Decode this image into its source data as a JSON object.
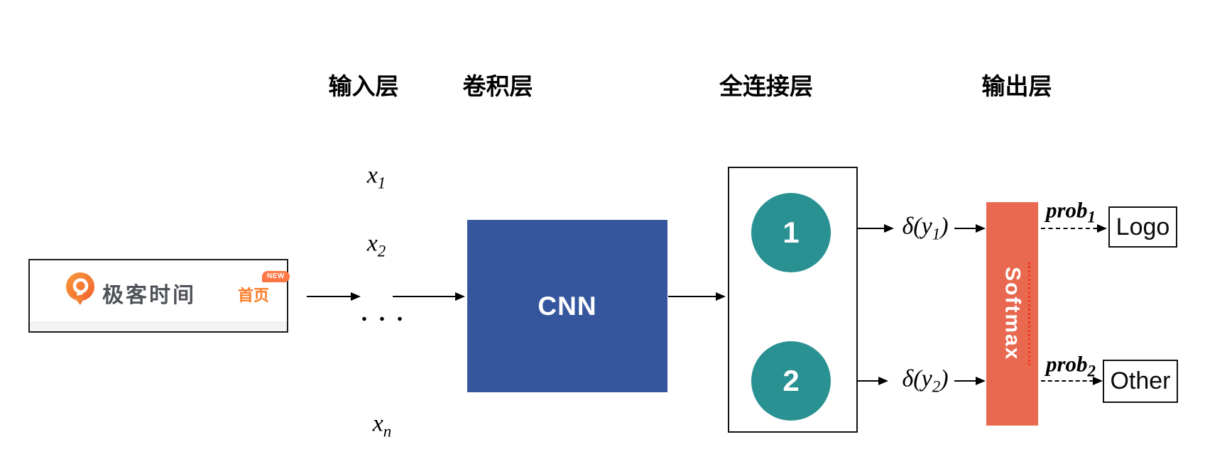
{
  "layer_labels": {
    "input": "输入层",
    "conv": "卷积层",
    "fc": "全连接层",
    "output": "输出层"
  },
  "sample": {
    "brand": "极客时间",
    "nav": "首页",
    "badge": "NEW",
    "brand_color": "#4f5258",
    "accent_color": "#ff7d26"
  },
  "inputs": {
    "x1": {
      "base": "x",
      "sub": "1"
    },
    "x2": {
      "base": "x",
      "sub": "2"
    },
    "dots": ". . .",
    "xn": {
      "base": "x",
      "sub": "n"
    }
  },
  "cnn": {
    "label": "CNN",
    "color": "#35569d"
  },
  "fc": {
    "neuron1": "1",
    "neuron2": "2",
    "neuron_color": "#2a9193"
  },
  "activations": {
    "y1": {
      "prefix": "δ(y",
      "sub": "1",
      "suffix": ")"
    },
    "y2": {
      "prefix": "δ(y",
      "sub": "2",
      "suffix": ")"
    }
  },
  "softmax": {
    "label": "Softmax",
    "color": "#e8694f"
  },
  "probs": {
    "p1": {
      "base": "prob",
      "sub": "1"
    },
    "p2": {
      "base": "prob",
      "sub": "2"
    }
  },
  "outputs": {
    "class1": "Logo",
    "class2": "Other"
  }
}
